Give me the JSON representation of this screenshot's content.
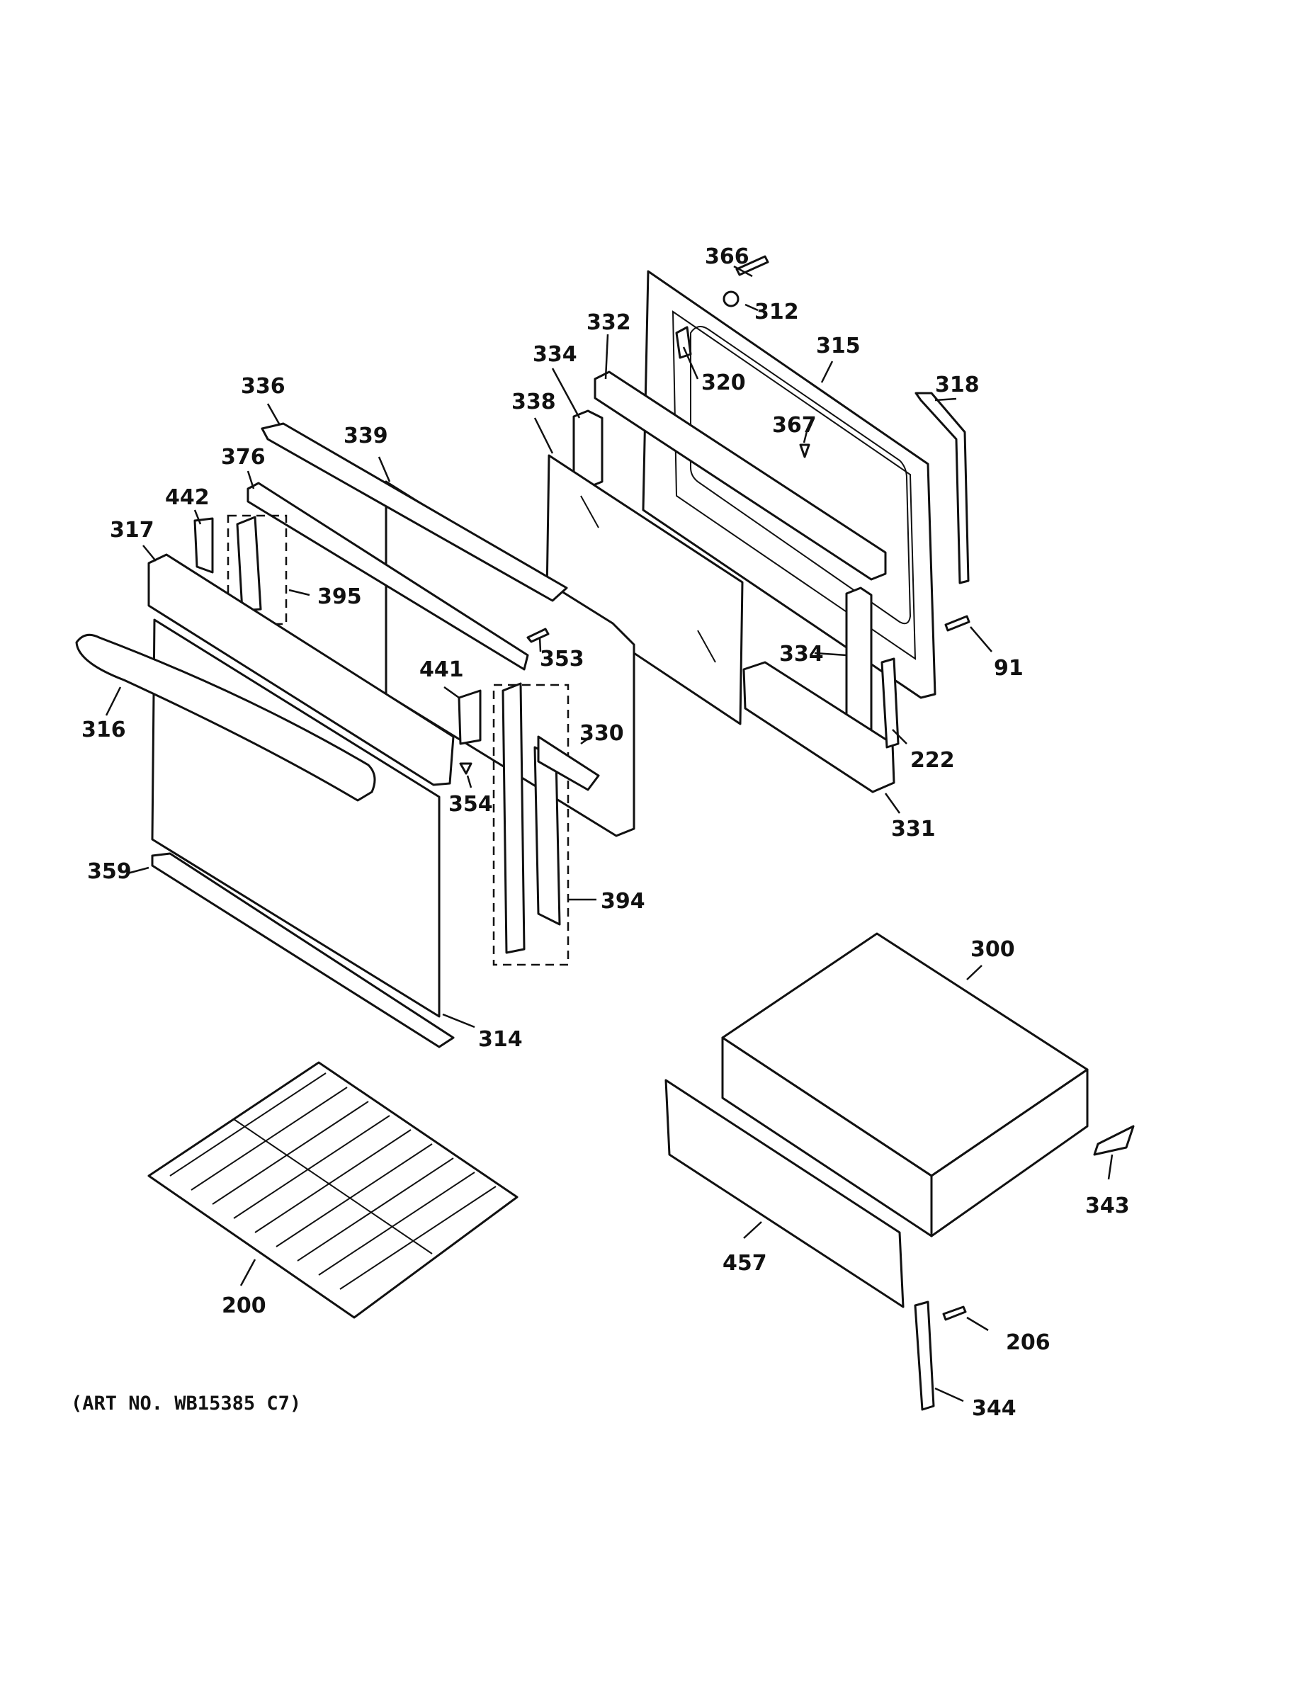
{
  "callouts": {
    "c366": "366",
    "c312": "312",
    "c332": "332",
    "c334a": "334",
    "c315": "315",
    "c320": "320",
    "c318": "318",
    "c338": "338",
    "c336": "336",
    "c339": "339",
    "c367": "367",
    "c376": "376",
    "c442": "442",
    "c317": "317",
    "c395": "395",
    "c353": "353",
    "c91": "91",
    "c441": "441",
    "c334b": "334",
    "c316": "316",
    "c330": "330",
    "c222": "222",
    "c354": "354",
    "c331": "331",
    "c359": "359",
    "c394": "394",
    "c300": "300",
    "c314": "314",
    "c343": "343",
    "c457": "457",
    "c200": "200",
    "c206": "206",
    "c344": "344"
  },
  "art_number": "(ART NO. WB15385 C7)"
}
